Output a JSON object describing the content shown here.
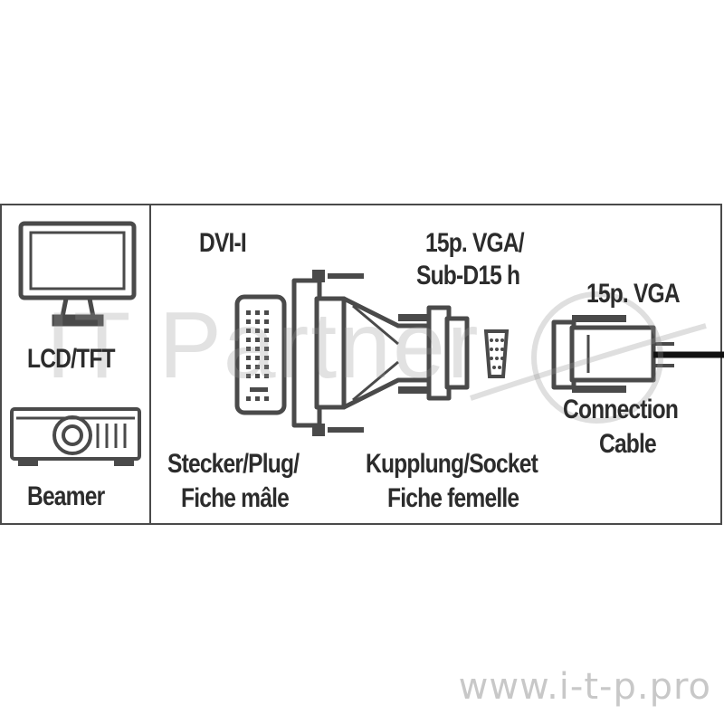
{
  "devices": {
    "monitor_label": "LCD/TFT",
    "projector_label": "Beamer"
  },
  "connectors": {
    "dvi_title": "DVI-I",
    "vga_title_line1": "15p. VGA/",
    "vga_title_line2": "Sub-D15 h",
    "cable_title": "15p. VGA",
    "plug_line1": "Stecker/Plug/",
    "plug_line2": "Fiche mâle",
    "socket_line1": "Kupplung/Socket",
    "socket_line2": "Fiche femelle",
    "cable_line1": "Connection",
    "cable_line2": "Cable"
  },
  "watermark": {
    "brand": "IT Partner",
    "site": "www.i-t-p.pro"
  },
  "colors": {
    "line": "#4a4a4a",
    "text": "#2c2c2c",
    "cable": "#111111"
  }
}
